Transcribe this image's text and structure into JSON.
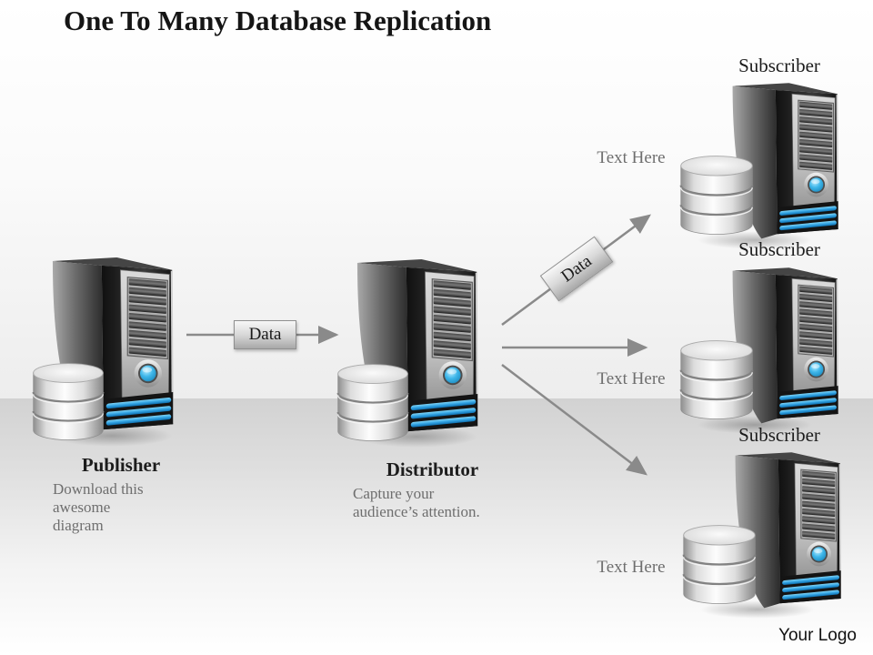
{
  "title": "One To Many Database Replication",
  "publisher": {
    "label": "Publisher",
    "description": "Download this awesome diagram"
  },
  "distributor": {
    "label": "Distributor",
    "description": "Capture your audience’s attention."
  },
  "subscribers": [
    {
      "label": "Subscriber",
      "note": "Text Here"
    },
    {
      "label": "Subscriber",
      "note": "Text Here"
    },
    {
      "label": "Subscriber",
      "note": "Text Here"
    }
  ],
  "arrows": {
    "pub_to_dist_label": "Data",
    "dist_to_sub1_label": "Data"
  },
  "footer": {
    "logo_text": "Your Logo"
  },
  "colors": {
    "accent_blue": "#29a8e0",
    "arrow_gray": "#8a8a8a",
    "muted_text": "#6e6e6e"
  }
}
